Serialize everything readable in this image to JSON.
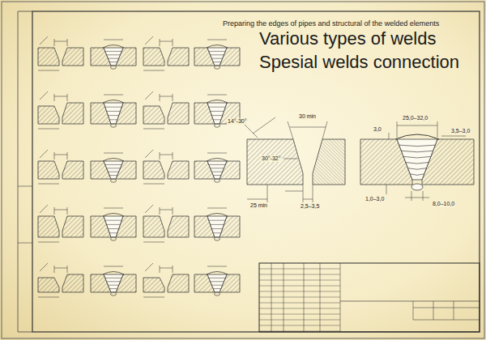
{
  "diagram": {
    "title": "Various types of welds",
    "labels": [
      "Preparing the edges of pipes and structural of the welded elements",
      "Spesial welds connection",
      "14°-30°",
      "30 min",
      "30°-32°",
      "25 min",
      "2,5–3,5",
      "25,0–32,0",
      "3,5–3,0",
      "3,0",
      "8,0–10,0",
      "1,0–3,0"
    ]
  }
}
